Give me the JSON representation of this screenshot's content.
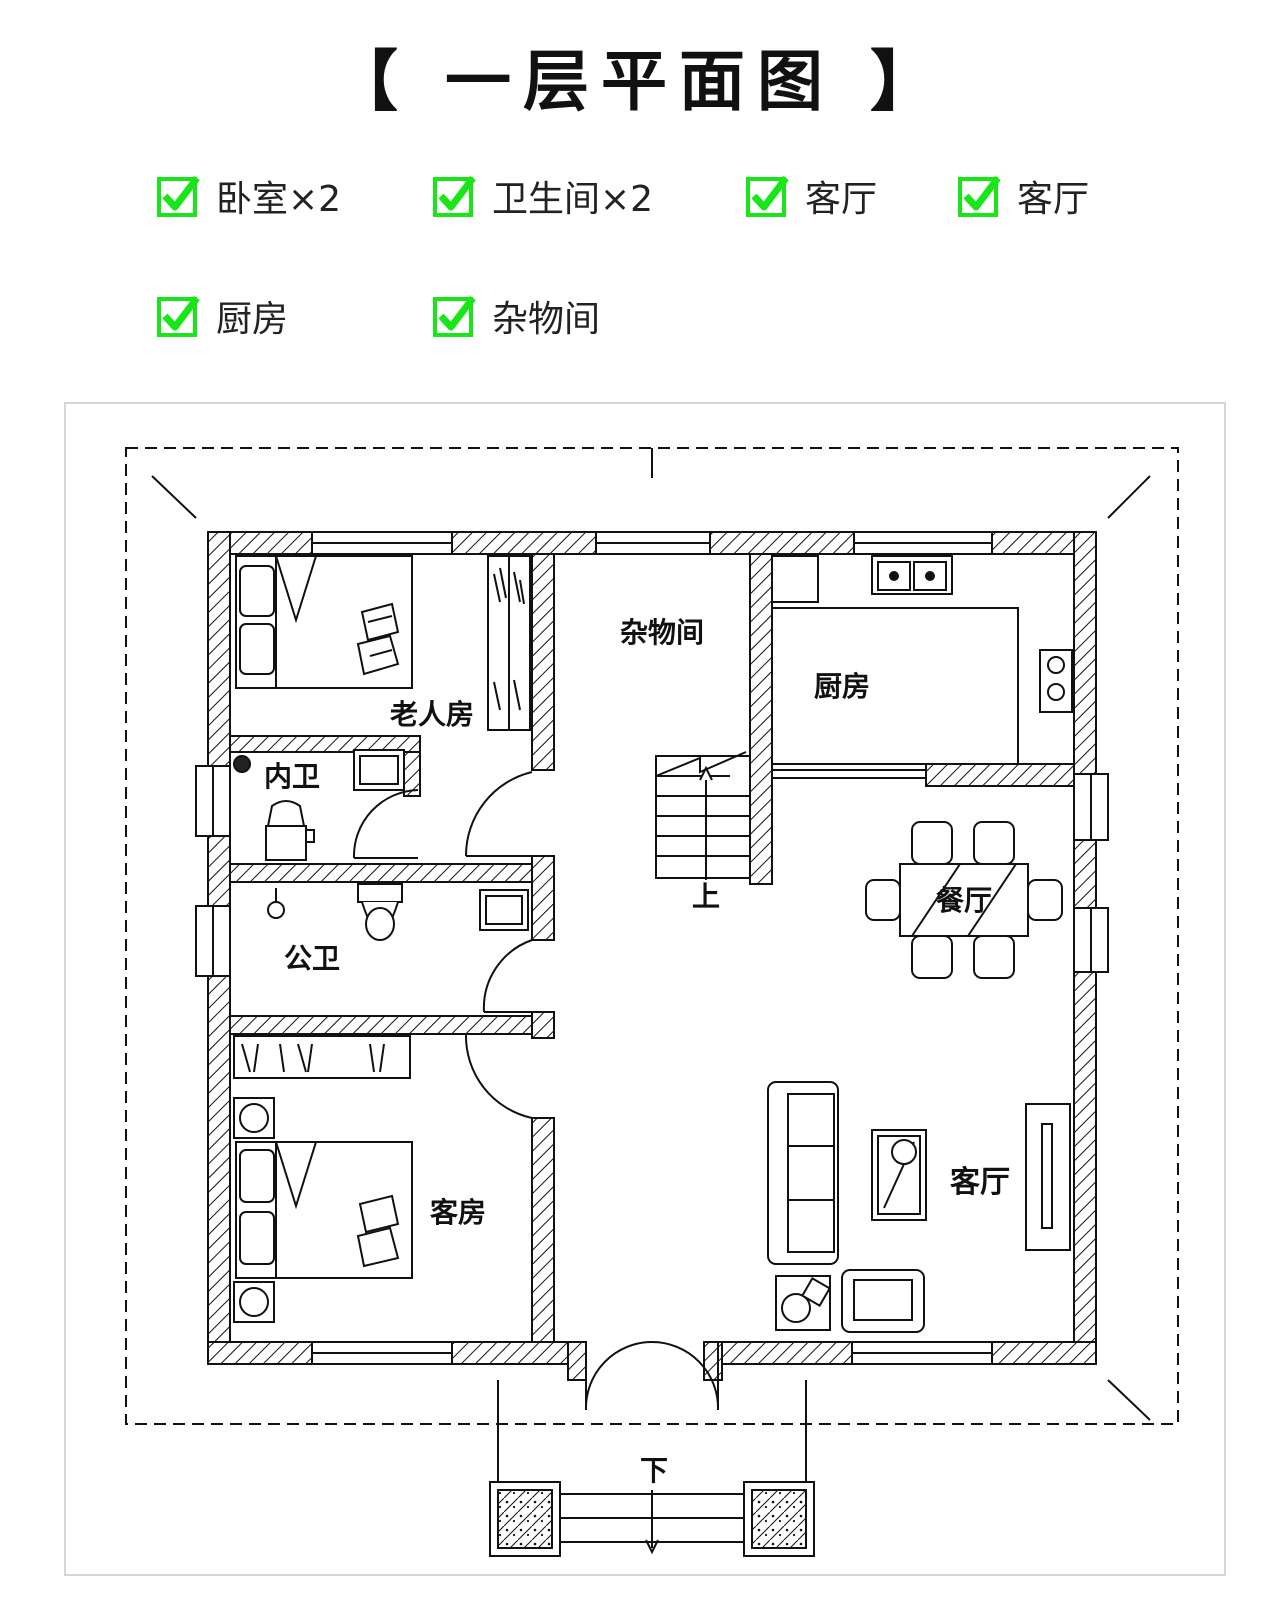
{
  "title": "【 一层平面图 】",
  "features": [
    {
      "label": "卧室×2"
    },
    {
      "label": "卫生间×2"
    },
    {
      "label": "客厅"
    },
    {
      "label": "客厅"
    },
    {
      "label": "厨房"
    },
    {
      "label": "杂物间"
    }
  ],
  "rooms": {
    "elder_bedroom": "老人房",
    "ensuite_bath": "内卫",
    "public_bath": "公卫",
    "guest_room": "客房",
    "storage": "杂物间",
    "kitchen": "厨房",
    "dining": "餐厅",
    "living": "客厅",
    "stair_up": "上",
    "step_down": "下"
  },
  "colors": {
    "check": "#19e619",
    "wall_line": "#111111"
  }
}
